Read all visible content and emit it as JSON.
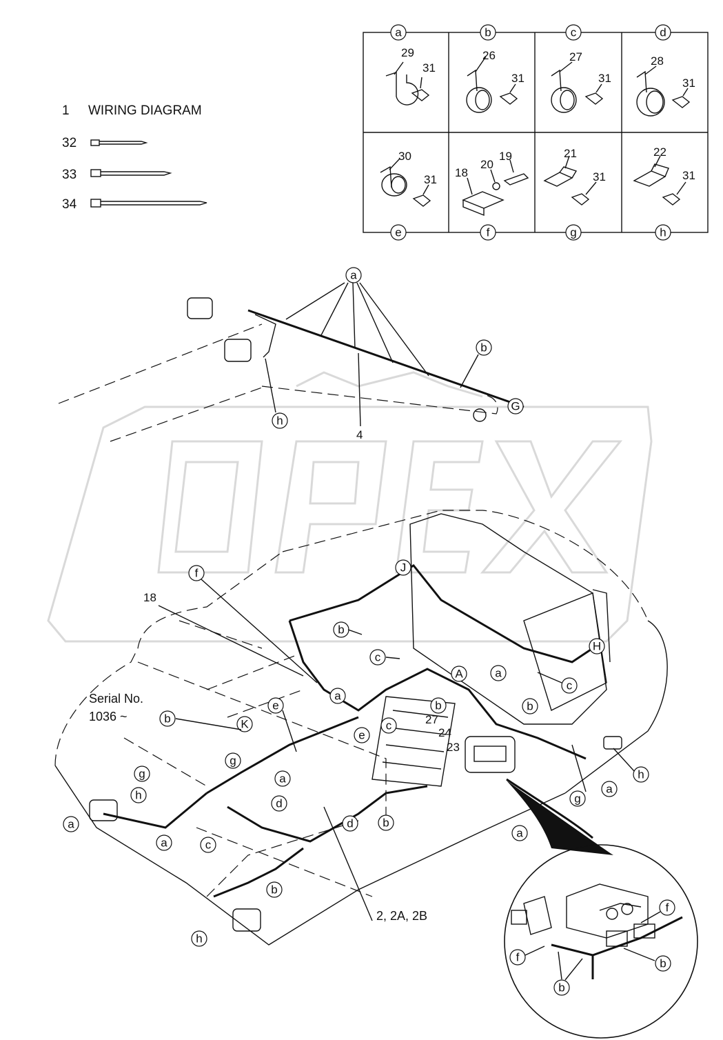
{
  "legend": {
    "wiring_no": "1",
    "wiring_label": "WIRING DIAGRAM",
    "tie_32": "32",
    "tie_33": "33",
    "tie_34": "34"
  },
  "grid": {
    "cols_top": [
      "a",
      "b",
      "c",
      "d"
    ],
    "cols_bottom": [
      "e",
      "f",
      "g",
      "h"
    ],
    "a_parts": [
      "29",
      "31"
    ],
    "b_parts": [
      "26",
      "31"
    ],
    "c_parts": [
      "27",
      "31"
    ],
    "d_parts": [
      "28",
      "31"
    ],
    "e_parts": [
      "30",
      "31"
    ],
    "f_parts": [
      "18",
      "20",
      "19"
    ],
    "g_parts": [
      "21",
      "31"
    ],
    "h_parts": [
      "22",
      "31"
    ]
  },
  "callouts": {
    "a": "a",
    "b": "b",
    "c": "c",
    "d": "d",
    "e": "e",
    "f": "f",
    "g": "g",
    "h": "h",
    "G": "G",
    "H": "H",
    "A": "A",
    "K": "K",
    "J": "J"
  },
  "labels": {
    "boom_harness": "4",
    "clip_18": "18",
    "serial_1": "Serial No.",
    "serial_2": "1036 ~",
    "n27": "27",
    "n24": "24",
    "n23": "23",
    "harness_main": "2, 2A, 2B"
  },
  "watermark": "OPEX"
}
